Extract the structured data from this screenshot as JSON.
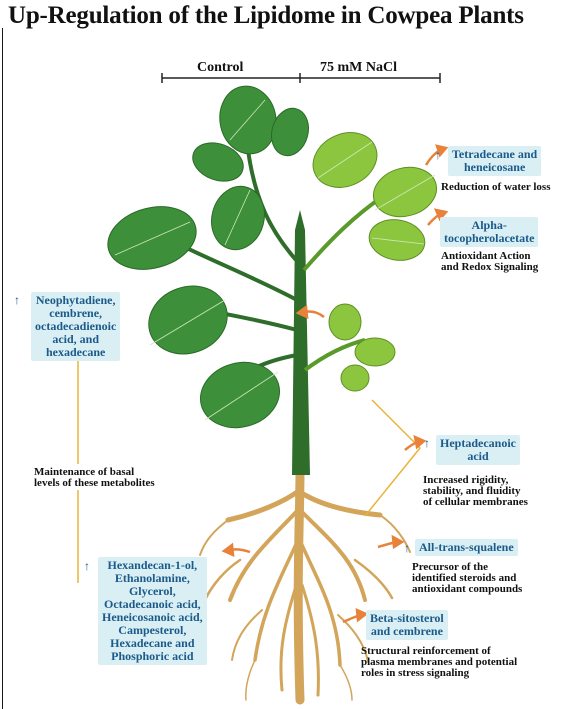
{
  "title": "Up-Regulation of the Lipidome in Cowpea Plants",
  "conditions": {
    "control": "Control",
    "treatment": "75 mM NaCl"
  },
  "up_symbol": "↑",
  "colors": {
    "box_bg": "#d9eff4",
    "box_text": "#1b5a8a",
    "leaf_dark": "#3d8f3a",
    "leaf_light": "#8cc63f",
    "stem": "#2e6e2a",
    "root": "#d2a55a",
    "connector": "#e8b33a",
    "arrow": "#e8823a"
  },
  "metabolites": {
    "tetradecane": {
      "lines": [
        "Tetradecane and",
        "heneicosane"
      ],
      "effect": [
        "Reduction of water loss"
      ]
    },
    "alpha_tocopherol": {
      "lines": [
        "Alpha-",
        "tocopherolacetate"
      ],
      "effect": [
        "Antioxidant Action",
        "and Redox Signaling"
      ]
    },
    "neophytadiene": {
      "lines": [
        "Neophytadiene,",
        "cembrene,",
        "octadecadienoic",
        "acid, and",
        "hexadecane"
      ]
    },
    "basal_note": [
      "Maintenance of basal",
      "levels of these metabolites"
    ],
    "heptadecanoic": {
      "lines": [
        "Heptadecanoic",
        "acid"
      ],
      "effect": [
        "Increased rigidity,",
        "stability, and fluidity",
        "of cellular membranes"
      ]
    },
    "squalene": {
      "lines": [
        "All-trans-squalene"
      ],
      "effect": [
        "Precursor of the",
        "identified steroids and",
        "antioxidant compounds"
      ]
    },
    "hexadecanol": {
      "lines": [
        "Hexandecan-1-ol,",
        "Ethanolamine,",
        "Glycerol,",
        "Octadecanoic acid,",
        "Heneicosanoic acid,",
        "Campesterol,",
        "Hexadecane and",
        "Phosphoric acid"
      ]
    },
    "sitosterol": {
      "lines": [
        "Beta-sitosterol",
        "and cembrene"
      ],
      "effect": [
        "Structural reinforcement of",
        "plasma membranes and potential",
        "roles in stress signaling"
      ]
    }
  }
}
